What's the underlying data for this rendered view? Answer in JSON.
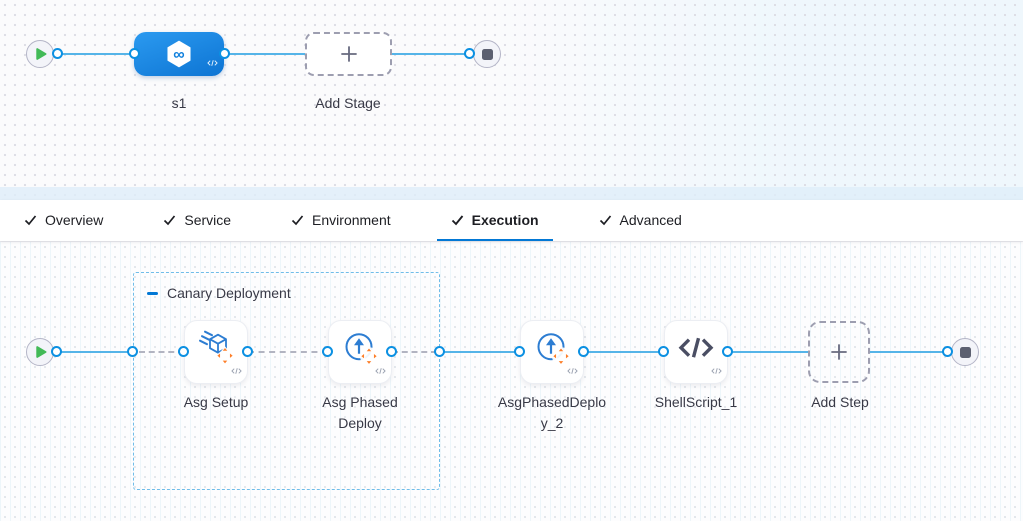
{
  "stage_graph": {
    "stages": [
      {
        "name": "s1",
        "type": "cd-stage",
        "icon": "cd-hexagon-infinity-icon"
      }
    ],
    "add_stage_label": "Add Stage"
  },
  "pipeline_tabs": {
    "items": [
      {
        "label": "Overview",
        "completed": true,
        "active": false
      },
      {
        "label": "Service",
        "completed": true,
        "active": false
      },
      {
        "label": "Environment",
        "completed": true,
        "active": false
      },
      {
        "label": "Execution",
        "completed": true,
        "active": true
      },
      {
        "label": "Advanced",
        "completed": true,
        "active": false
      }
    ]
  },
  "execution": {
    "group_label": "Canary Deployment",
    "steps": [
      {
        "name": "Asg Setup",
        "icon": "asg-setup-icon",
        "in_group": true
      },
      {
        "name": "Asg Phased Deploy",
        "icon": "asg-phased-deploy-icon",
        "in_group": true
      },
      {
        "name": "AsgPhasedDeploy_2",
        "icon": "asg-phased-deploy-icon",
        "in_group": false
      },
      {
        "name": "ShellScript_1",
        "icon": "shell-script-icon",
        "in_group": false
      }
    ],
    "add_step_label": "Add Step"
  },
  "colors": {
    "accent_blue": "#0278d5",
    "connector_blue": "#55b4e8",
    "stage_node_blue": "#1787e0",
    "step_icon_blue": "#2d7dd2",
    "move_handle_orange": "#fd7e28",
    "play_green": "#42ba57",
    "stop_gray": "#5c6070",
    "group_border_blue": "#6fbde9"
  }
}
